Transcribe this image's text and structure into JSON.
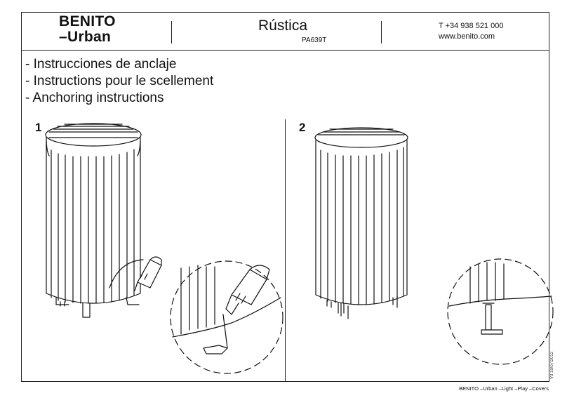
{
  "header": {
    "brand_line1": "BENITO",
    "brand_line2": "–Urban",
    "product_name": "Rústica",
    "product_code": "PA639T",
    "phone": "T +34 938 521 000",
    "website": "www.benito.com"
  },
  "instructions": [
    "- Instrucciones de anclaje",
    "- Instructions pour le scellement",
    "- Anchoring instructions"
  ],
  "steps": [
    "1",
    "2"
  ],
  "version": "V3 19/07/2012",
  "footer": "BENITO –Urban –Light –Play –Covers",
  "illustration_icons": [
    "litter-bin-icon",
    "screwdriver-icon",
    "anchor-bracket-icon",
    "detail-circle-icon"
  ]
}
